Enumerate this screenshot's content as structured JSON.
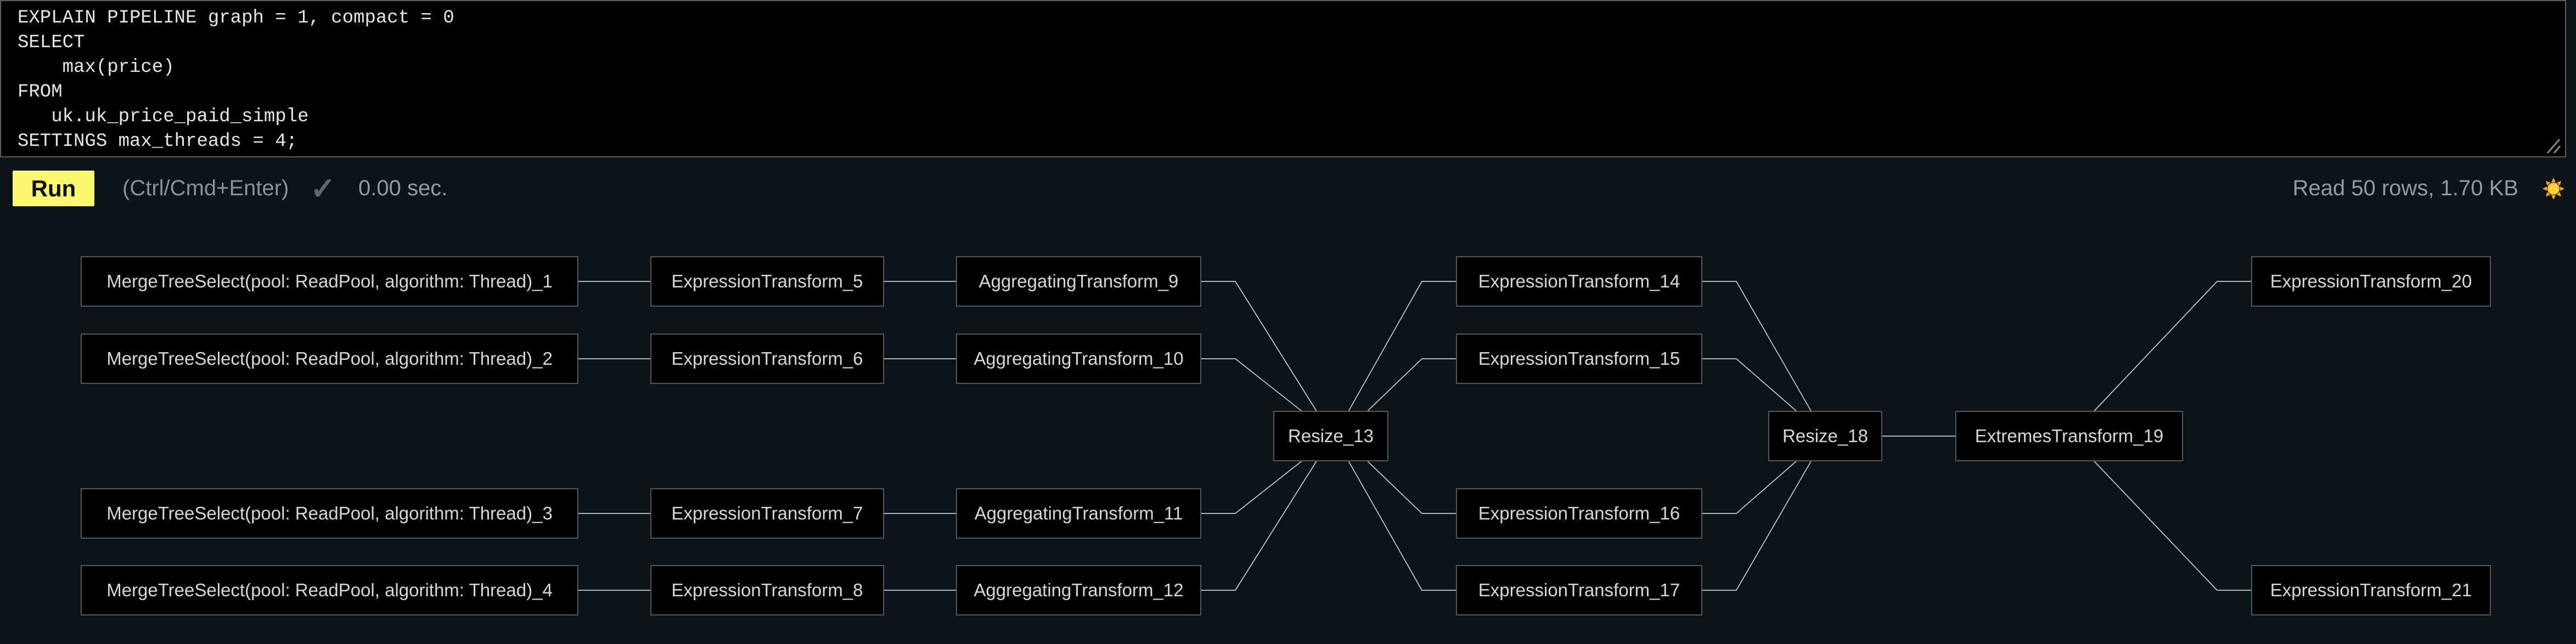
{
  "editor": {
    "query": "EXPLAIN PIPELINE graph = 1, compact = 0\nSELECT\n    max(price)\nFROM\n   uk.uk_price_paid_simple\nSETTINGS max_threads = 4;"
  },
  "toolbar": {
    "run_label": "Run",
    "shortcut_hint": "(Ctrl/Cmd+Enter)",
    "check_glyph": "✓",
    "elapsed": "0.00 sec.",
    "stats": "Read 50 rows, 1.70 KB",
    "icons": [
      "check-icon",
      "sun-icon",
      "textarea-resize-handle-icon"
    ]
  },
  "colors": {
    "background": "#0d1419",
    "accent_yellow": "#faf66d",
    "editor_background": "#000000",
    "node_fill": "#000000",
    "node_border": "#54585b",
    "edge_line": "#c9ccce",
    "muted_text": "#949a9d"
  },
  "pipeline": {
    "nodes": [
      {
        "id": "n1",
        "label": "MergeTreeSelect(pool: ReadPool, algorithm: Thread)_1",
        "col": "A",
        "row": 1
      },
      {
        "id": "n2",
        "label": "MergeTreeSelect(pool: ReadPool, algorithm: Thread)_2",
        "col": "A",
        "row": 2
      },
      {
        "id": "n3",
        "label": "MergeTreeSelect(pool: ReadPool, algorithm: Thread)_3",
        "col": "A",
        "row": 4
      },
      {
        "id": "n4",
        "label": "MergeTreeSelect(pool: ReadPool, algorithm: Thread)_4",
        "col": "A",
        "row": 5
      },
      {
        "id": "n5",
        "label": "ExpressionTransform_5",
        "col": "B",
        "row": 1
      },
      {
        "id": "n6",
        "label": "ExpressionTransform_6",
        "col": "B",
        "row": 2
      },
      {
        "id": "n7",
        "label": "ExpressionTransform_7",
        "col": "B",
        "row": 4
      },
      {
        "id": "n8",
        "label": "ExpressionTransform_8",
        "col": "B",
        "row": 5
      },
      {
        "id": "n9",
        "label": "AggregatingTransform_9",
        "col": "C",
        "row": 1
      },
      {
        "id": "n10",
        "label": "AggregatingTransform_10",
        "col": "C",
        "row": 2
      },
      {
        "id": "n11",
        "label": "AggregatingTransform_11",
        "col": "C",
        "row": 4
      },
      {
        "id": "n12",
        "label": "AggregatingTransform_12",
        "col": "C",
        "row": 5
      },
      {
        "id": "n13",
        "label": "Resize_13",
        "col": "R1",
        "row": 3
      },
      {
        "id": "n14",
        "label": "ExpressionTransform_14",
        "col": "D",
        "row": 1
      },
      {
        "id": "n15",
        "label": "ExpressionTransform_15",
        "col": "D",
        "row": 2
      },
      {
        "id": "n16",
        "label": "ExpressionTransform_16",
        "col": "D",
        "row": 4
      },
      {
        "id": "n17",
        "label": "ExpressionTransform_17",
        "col": "D",
        "row": 5
      },
      {
        "id": "n18",
        "label": "Resize_18",
        "col": "R2",
        "row": 3
      },
      {
        "id": "n19",
        "label": "ExtremesTransform_19",
        "col": "X",
        "row": 3
      },
      {
        "id": "n20",
        "label": "ExpressionTransform_20",
        "col": "E",
        "row": 1
      },
      {
        "id": "n21",
        "label": "ExpressionTransform_21",
        "col": "E",
        "row": 5
      }
    ],
    "edges": [
      [
        "n1",
        "n5"
      ],
      [
        "n2",
        "n6"
      ],
      [
        "n3",
        "n7"
      ],
      [
        "n4",
        "n8"
      ],
      [
        "n5",
        "n9"
      ],
      [
        "n6",
        "n10"
      ],
      [
        "n7",
        "n11"
      ],
      [
        "n8",
        "n12"
      ],
      [
        "n9",
        "n13"
      ],
      [
        "n10",
        "n13"
      ],
      [
        "n11",
        "n13"
      ],
      [
        "n12",
        "n13"
      ],
      [
        "n13",
        "n14"
      ],
      [
        "n13",
        "n15"
      ],
      [
        "n13",
        "n16"
      ],
      [
        "n13",
        "n17"
      ],
      [
        "n14",
        "n18"
      ],
      [
        "n15",
        "n18"
      ],
      [
        "n16",
        "n18"
      ],
      [
        "n17",
        "n18"
      ],
      [
        "n18",
        "n19"
      ],
      [
        "n19",
        "n20"
      ],
      [
        "n19",
        "n21"
      ]
    ]
  }
}
